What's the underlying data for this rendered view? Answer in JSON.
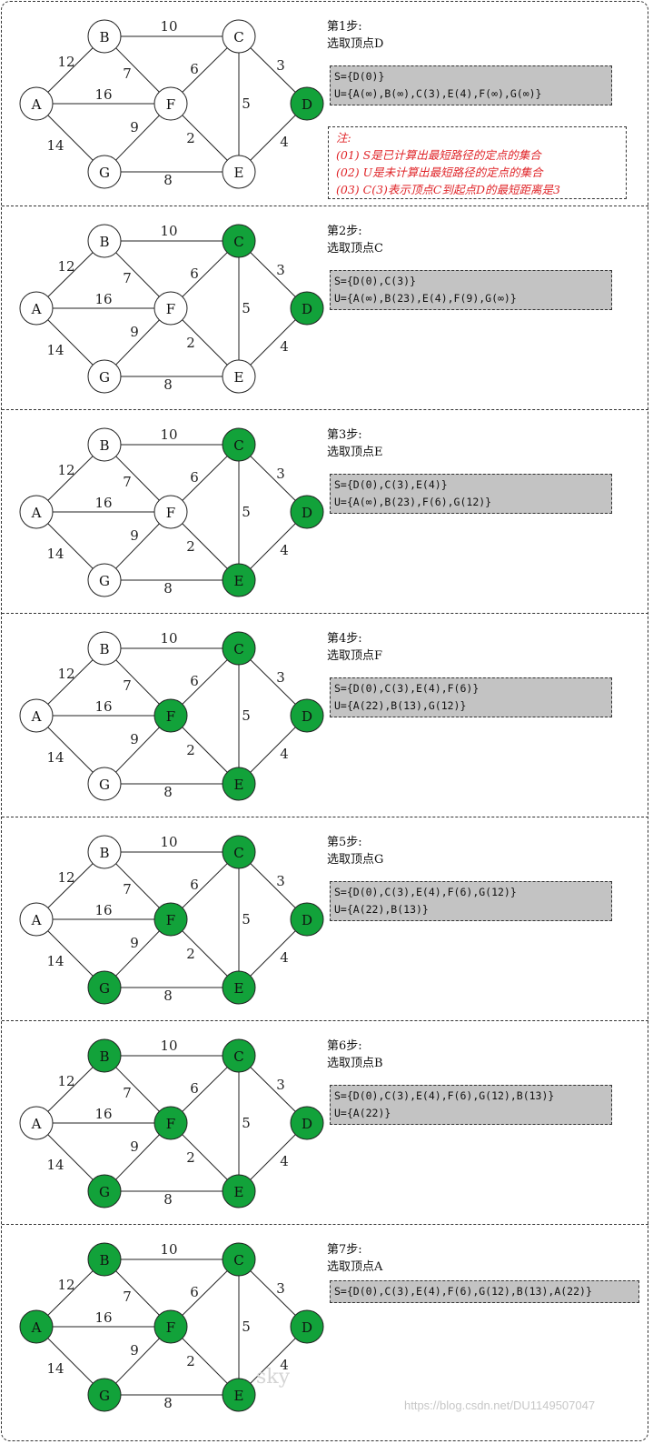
{
  "note": {
    "title": "注:",
    "lines": [
      "(01) S是已计算出最短路径的定点的集合",
      "(02) U是未计算出最短路径的定点的集合",
      "(03) C(3)表示顶点C到起点D的最短距离是3"
    ]
  },
  "graph": {
    "nodes": [
      "A",
      "B",
      "C",
      "D",
      "E",
      "F",
      "G"
    ],
    "edges": [
      {
        "from": "A",
        "to": "B",
        "weight": "12"
      },
      {
        "from": "B",
        "to": "C",
        "weight": "10"
      },
      {
        "from": "B",
        "to": "F",
        "weight": "7"
      },
      {
        "from": "A",
        "to": "F",
        "weight": "16"
      },
      {
        "from": "A",
        "to": "G",
        "weight": "14"
      },
      {
        "from": "G",
        "to": "F",
        "weight": "9"
      },
      {
        "from": "G",
        "to": "E",
        "weight": "8"
      },
      {
        "from": "F",
        "to": "C",
        "weight": "6"
      },
      {
        "from": "F",
        "to": "E",
        "weight": "2"
      },
      {
        "from": "C",
        "to": "E",
        "weight": "5"
      },
      {
        "from": "C",
        "to": "D",
        "weight": "3"
      },
      {
        "from": "E",
        "to": "D",
        "weight": "4"
      }
    ]
  },
  "steps": [
    {
      "title": "第1步:",
      "subtitle": "选取顶点D",
      "selected": [
        "D"
      ],
      "s": "S={D(0)}",
      "u": "U={A(∞),B(∞),C(3),E(4),F(∞),G(∞)}"
    },
    {
      "title": "第2步:",
      "subtitle": "选取顶点C",
      "selected": [
        "D",
        "C"
      ],
      "s": "S={D(0),C(3)}",
      "u": "U={A(∞),B(23),E(4),F(9),G(∞)}"
    },
    {
      "title": "第3步:",
      "subtitle": "选取顶点E",
      "selected": [
        "D",
        "C",
        "E"
      ],
      "s": "S={D(0),C(3),E(4)}",
      "u": "U={A(∞),B(23),F(6),G(12)}"
    },
    {
      "title": "第4步:",
      "subtitle": "选取顶点F",
      "selected": [
        "D",
        "C",
        "E",
        "F"
      ],
      "s": "S={D(0),C(3),E(4),F(6)}",
      "u": "U={A(22),B(13),G(12)}"
    },
    {
      "title": "第5步:",
      "subtitle": "选取顶点G",
      "selected": [
        "D",
        "C",
        "E",
        "F",
        "G"
      ],
      "s": "S={D(0),C(3),E(4),F(6),G(12)}",
      "u": "U={A(22),B(13)}"
    },
    {
      "title": "第6步:",
      "subtitle": "选取顶点B",
      "selected": [
        "D",
        "C",
        "E",
        "F",
        "G",
        "B"
      ],
      "s": "S={D(0),C(3),E(4),F(6),G(12),B(13)}",
      "u": "U={A(22)}"
    },
    {
      "title": "第7步:",
      "subtitle": "选取顶点A",
      "selected": [
        "D",
        "C",
        "E",
        "F",
        "G",
        "B",
        "A"
      ],
      "s": "S={D(0),C(3),E(4),F(6),G(12),B(13),A(22)}",
      "u": ""
    }
  ],
  "colors": {
    "selected": "#12a23a",
    "unselected": "#ffffff"
  },
  "watermark": "https://blog.csdn.net/DU1149507047",
  "signature": "sky"
}
